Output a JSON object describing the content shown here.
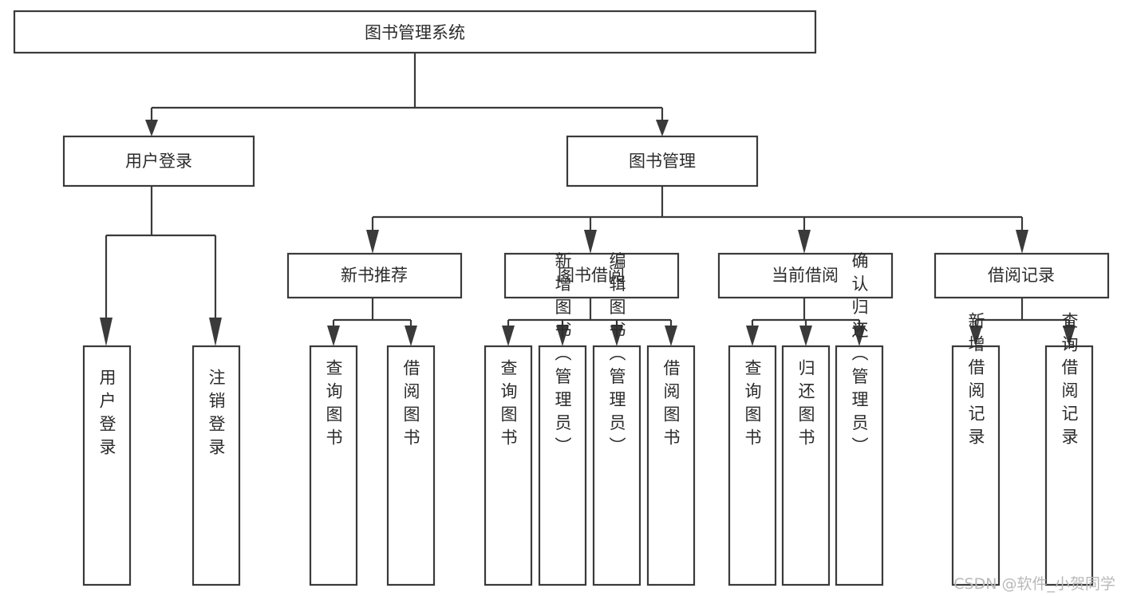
{
  "diagram": {
    "type": "hierarchy-tree",
    "title": "图书管理系统",
    "levels": 4,
    "orientation": "top-down",
    "colors": {
      "box_stroke": "#3a3a3a",
      "box_fill": "#ffffff",
      "text": "#2b2b2b",
      "connector": "#3a3a3a",
      "background": "#ffffff",
      "watermark": "#b9b9b9"
    },
    "root": {
      "label": "图书管理系统"
    },
    "level2": [
      {
        "label": "用户登录"
      },
      {
        "label": "图书管理"
      }
    ],
    "level3": [
      {
        "label": "新书推荐"
      },
      {
        "label": "图书借阅"
      },
      {
        "label": "当前借阅"
      },
      {
        "label": "借阅记录"
      }
    ],
    "leaves": {
      "user_login": [
        {
          "label": "用户登录"
        },
        {
          "label": "注销登录"
        }
      ],
      "new_book_recommend": [
        {
          "label": "查询图书"
        },
        {
          "label": "借阅图书"
        }
      ],
      "book_borrow": [
        {
          "label": "查询图书"
        },
        {
          "label": "新增图书（管理员）"
        },
        {
          "label": "编辑图书（管理员）"
        },
        {
          "label": "借阅图书"
        }
      ],
      "current_borrow": [
        {
          "label": "查询图书"
        },
        {
          "label": "归还图书"
        },
        {
          "label": "确认归还（管理员）"
        }
      ],
      "borrow_record": [
        {
          "label": "新增借阅记录"
        },
        {
          "label": "查询借阅记录"
        }
      ]
    }
  },
  "watermark": {
    "text": "CSDN @软件_小贺同学"
  }
}
